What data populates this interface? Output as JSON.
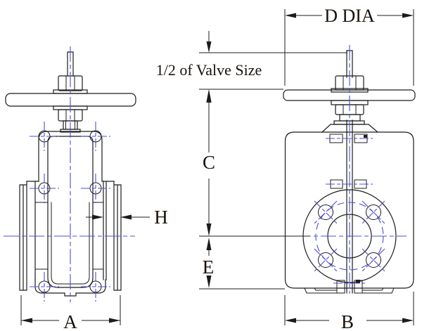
{
  "drawing": {
    "dimension_labels": {
      "diameter": "D DIA",
      "stem_extension": "1/2 of Valve Size",
      "center_to_top": "C",
      "flange_thickness": "H",
      "center_to_bottom": "E",
      "width_front": "A",
      "width_side": "B"
    },
    "colors": {
      "line": "#1c1c1c",
      "centerline": "#4d4dd8",
      "text": "#17100a",
      "background": "#ffffff"
    }
  }
}
